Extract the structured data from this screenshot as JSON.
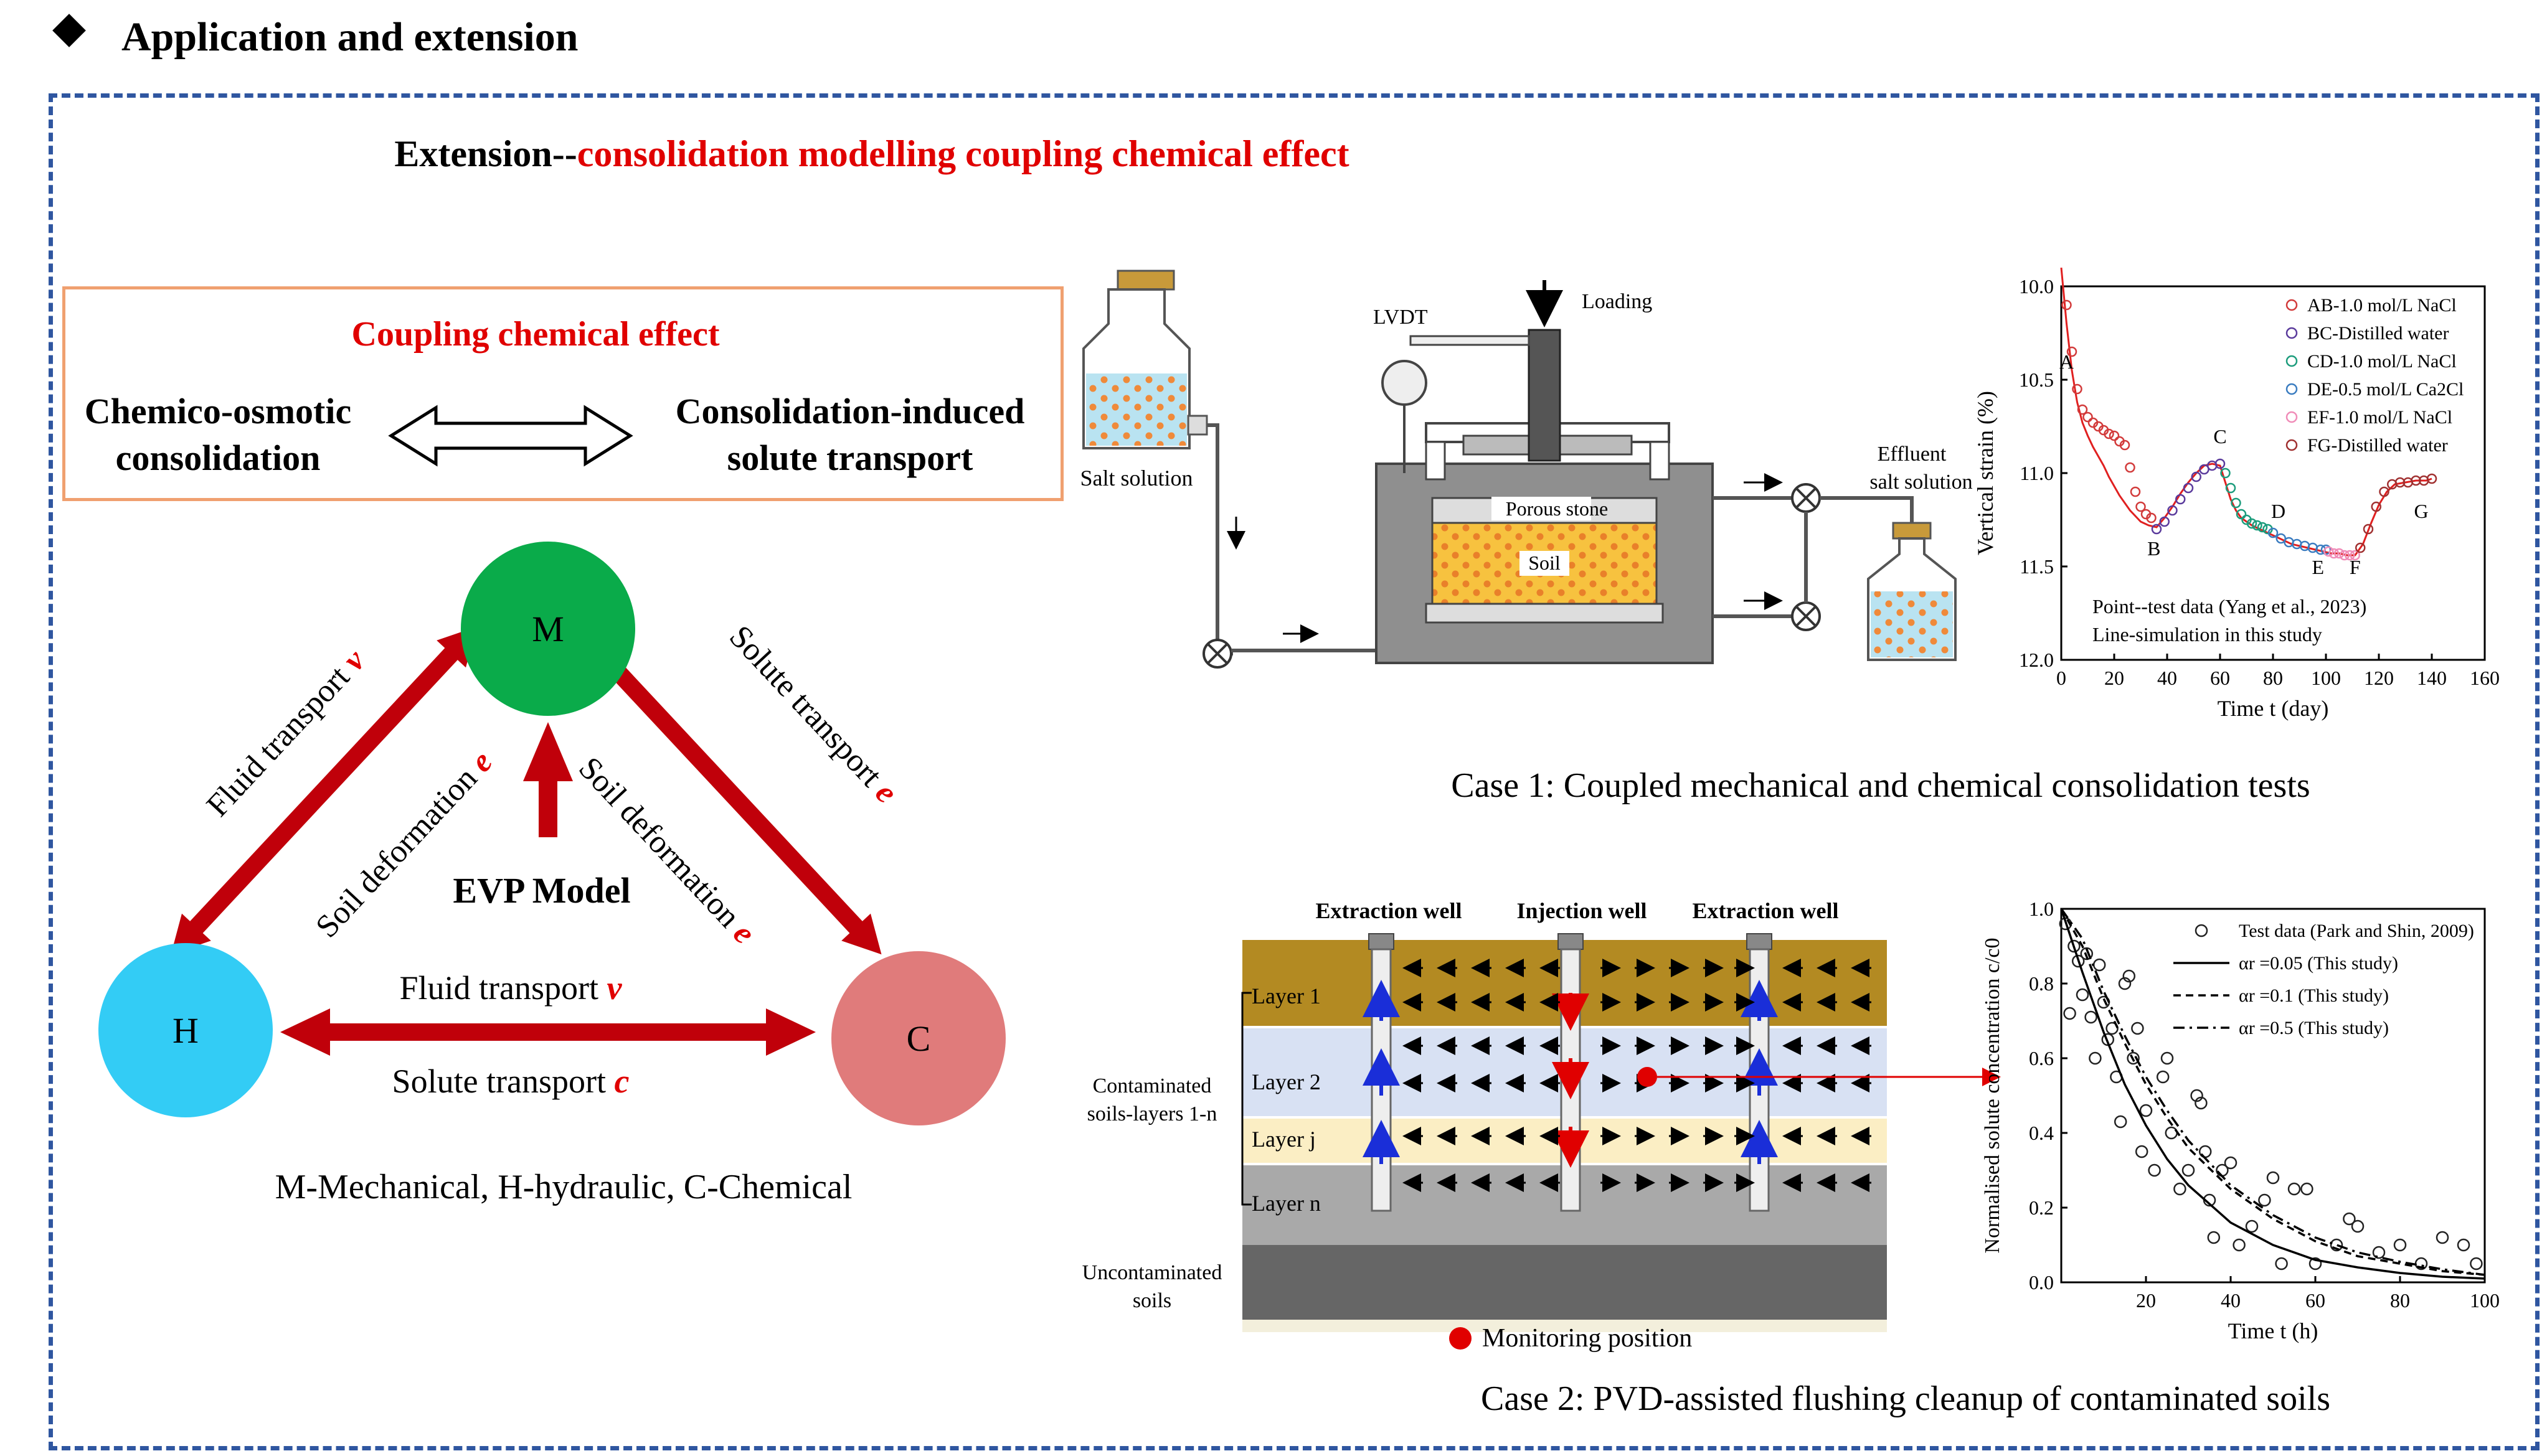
{
  "header": {
    "title": "Application and extension",
    "bullet_icon": "diamond-icon"
  },
  "extension": {
    "prefix": "Extension--",
    "highlight": "consolidation modelling coupling chemical effect"
  },
  "coupling_box": {
    "title": "Coupling chemical effect",
    "left_line1": "Chemico-osmotic",
    "left_line2": "consolidation",
    "right_line1": "Consolidation-induced",
    "right_line2": "solute transport"
  },
  "triangle": {
    "nodes": {
      "m": "M",
      "h": "H",
      "c": "C"
    },
    "center": "EVP Model",
    "left_outer": "Fluid transport",
    "left_outer_var": "v",
    "left_inner": "Soil deformation",
    "left_inner_var": "e",
    "right_outer": "Solute transport",
    "right_outer_var": "e",
    "right_inner": "Soil deformation",
    "right_inner_var": "e",
    "bottom_top": "Fluid transport",
    "bottom_top_var": "v",
    "bottom_bottom": "Solute transport",
    "bottom_bottom_var": "c",
    "caption": "M-Mechanical, H-hydraulic, C-Chemical",
    "colors": {
      "m": "#0aab4a",
      "h": "#33ccf5",
      "c": "#e07b7b",
      "arrow": "#c0000a"
    }
  },
  "case1": {
    "caption": "Case 1: Coupled mechanical and chemical consolidation tests",
    "labels": {
      "salt_solution": "Salt solution",
      "lvdt": "LVDT",
      "loading": "Loading",
      "porous_stone": "Porous stone",
      "soil": "Soil",
      "effluent1": "Effluent",
      "effluent2": "salt solution"
    }
  },
  "case2": {
    "caption": "Case 2: PVD-assisted flushing cleanup of contaminated soils",
    "wells": [
      "Extraction well",
      "Injection well",
      "Extraction well"
    ],
    "layers": [
      "Layer 1",
      "Layer 2",
      "Layer j",
      "Layer n"
    ],
    "contaminated1": "Contaminated",
    "contaminated2": "soils-layers 1-n",
    "uncontaminated1": "Uncontaminated",
    "uncontaminated2": "soils",
    "monitoring": "Monitoring position"
  },
  "chart_data": [
    {
      "type": "scatter",
      "title": "",
      "xlabel": "Time t (day)",
      "ylabel": "Vertical strain (%)",
      "xlim": [
        0,
        160
      ],
      "ylim": [
        10.0,
        12.0
      ],
      "y_inverted": true,
      "x_ticks": [
        "0",
        "20",
        "40",
        "60",
        "80",
        "100",
        "120",
        "140",
        "160"
      ],
      "y_ticks": [
        "10.0",
        "10.5",
        "11.0",
        "11.5",
        "12.0"
      ],
      "legend_position": "top-right",
      "notes": [
        "Point--test data (Yang et al., 2023)",
        "Line-simulation in this study"
      ],
      "stage_labels": [
        {
          "label": "A",
          "x": 2,
          "y": 10.4
        },
        {
          "label": "B",
          "x": 35,
          "y": 11.4
        },
        {
          "label": "C",
          "x": 60,
          "y": 10.8
        },
        {
          "label": "D",
          "x": 82,
          "y": 11.2
        },
        {
          "label": "E",
          "x": 97,
          "y": 11.5
        },
        {
          "label": "F",
          "x": 111,
          "y": 11.5
        },
        {
          "label": "G",
          "x": 136,
          "y": 11.2
        }
      ],
      "series": [
        {
          "name": "AB-1.0 mol/L NaCl",
          "color": "#d23a3a",
          "x": [
            2,
            4,
            6,
            8,
            10,
            12,
            14,
            16,
            18,
            20,
            22,
            24,
            26,
            28,
            30,
            32,
            34
          ],
          "y": [
            10.1,
            10.35,
            10.55,
            10.66,
            10.7,
            10.73,
            10.75,
            10.77,
            10.79,
            10.8,
            10.83,
            10.85,
            10.97,
            11.1,
            11.18,
            11.22,
            11.24
          ]
        },
        {
          "name": "BC-Distilled water",
          "color": "#5a3a9c",
          "x": [
            36,
            39,
            42,
            45,
            48,
            51,
            54,
            57,
            60
          ],
          "y": [
            11.3,
            11.26,
            11.2,
            11.14,
            11.08,
            11.02,
            10.98,
            10.96,
            10.95
          ]
        },
        {
          "name": "CD-1.0 mol/L NaCl",
          "color": "#1c9c7c",
          "x": [
            62,
            64,
            66,
            68,
            70,
            72,
            74,
            76,
            78
          ],
          "y": [
            11.0,
            11.08,
            11.16,
            11.22,
            11.25,
            11.27,
            11.28,
            11.29,
            11.3
          ]
        },
        {
          "name": "DE-0.5 mol/L Ca2Cl",
          "color": "#3a7cc0",
          "x": [
            80,
            83,
            86,
            89,
            92,
            95,
            98,
            100
          ],
          "y": [
            11.32,
            11.35,
            11.37,
            11.38,
            11.39,
            11.4,
            11.41,
            11.41
          ]
        },
        {
          "name": "EF-1.0 mol/L NaCl",
          "color": "#f08cb8",
          "x": [
            101,
            103,
            105,
            107,
            109,
            111
          ],
          "y": [
            11.42,
            11.43,
            11.43,
            11.44,
            11.44,
            11.44
          ]
        },
        {
          "name": "FG-Distilled water",
          "color": "#a03030",
          "x": [
            113,
            116,
            119,
            122,
            125,
            128,
            131,
            134,
            137,
            140
          ],
          "y": [
            11.4,
            11.3,
            11.18,
            11.1,
            11.06,
            11.05,
            11.05,
            11.04,
            11.04,
            11.03
          ]
        }
      ],
      "simulation": {
        "x": [
          0,
          2,
          4,
          6,
          8,
          10,
          12,
          14,
          16,
          18,
          20,
          22,
          24,
          26,
          28,
          30,
          33,
          36,
          39,
          42,
          45,
          48,
          51,
          54,
          57,
          60,
          62,
          64,
          66,
          68,
          70,
          72,
          75,
          78,
          81,
          84,
          87,
          90,
          93,
          96,
          99,
          102,
          105,
          108,
          111,
          114,
          117,
          120,
          123,
          126,
          130,
          134,
          138,
          140
        ],
        "y": [
          9.9,
          10.2,
          10.45,
          10.62,
          10.73,
          10.8,
          10.86,
          10.91,
          10.96,
          11.02,
          11.07,
          11.12,
          11.16,
          11.2,
          11.23,
          11.26,
          11.28,
          11.29,
          11.24,
          11.18,
          11.11,
          11.05,
          11.0,
          10.96,
          10.95,
          10.96,
          11.05,
          11.14,
          11.2,
          11.24,
          11.26,
          11.28,
          11.3,
          11.32,
          11.34,
          11.36,
          11.38,
          11.39,
          11.4,
          11.41,
          11.42,
          11.43,
          11.43,
          11.44,
          11.44,
          11.38,
          11.27,
          11.17,
          11.1,
          11.06,
          11.05,
          11.04,
          11.04,
          11.03
        ]
      }
    },
    {
      "type": "scatter",
      "title": "",
      "xlabel": "Time t (h)",
      "ylabel": "Normalised solute concentration c/c0",
      "xlim": [
        0,
        100
      ],
      "ylim": [
        0.0,
        1.0
      ],
      "x_ticks": [
        "20",
        "40",
        "60",
        "80",
        "100"
      ],
      "y_ticks": [
        "0.0",
        "0.2",
        "0.4",
        "0.6",
        "0.8",
        "1.0"
      ],
      "legend_position": "top-right",
      "series": [
        {
          "name": "Test data (Park and Shin, 2009)",
          "marker": "open-circle",
          "x": [
            1,
            2,
            3,
            4,
            5,
            6,
            7,
            8,
            9,
            10,
            11,
            12,
            13,
            14,
            15,
            16,
            17,
            18,
            19,
            20,
            22,
            24,
            25,
            26,
            28,
            30,
            32,
            33,
            34,
            35,
            36,
            38,
            40,
            42,
            45,
            48,
            50,
            52,
            55,
            58,
            60,
            65,
            68,
            70,
            75,
            80,
            85,
            90,
            95,
            98
          ],
          "y": [
            0.96,
            0.72,
            0.9,
            0.86,
            0.77,
            0.88,
            0.71,
            0.6,
            0.85,
            0.75,
            0.65,
            0.68,
            0.55,
            0.43,
            0.8,
            0.82,
            0.6,
            0.68,
            0.35,
            0.46,
            0.3,
            0.55,
            0.6,
            0.4,
            0.25,
            0.3,
            0.5,
            0.48,
            0.35,
            0.22,
            0.12,
            0.3,
            0.32,
            0.1,
            0.15,
            0.22,
            0.28,
            0.05,
            0.25,
            0.25,
            0.05,
            0.1,
            0.17,
            0.15,
            0.08,
            0.1,
            0.05,
            0.12,
            0.1,
            0.05
          ]
        },
        {
          "name": "αr =0.05 (This study)",
          "style": "solid",
          "x": [
            0,
            5,
            10,
            15,
            20,
            25,
            30,
            40,
            50,
            60,
            70,
            80,
            90,
            100
          ],
          "y": [
            1.0,
            0.83,
            0.67,
            0.53,
            0.42,
            0.33,
            0.26,
            0.16,
            0.1,
            0.06,
            0.04,
            0.025,
            0.015,
            0.01
          ]
        },
        {
          "name": "αr =0.1  (This study)",
          "style": "dashed",
          "x": [
            0,
            5,
            10,
            15,
            20,
            25,
            30,
            40,
            50,
            60,
            70,
            80,
            90,
            100
          ],
          "y": [
            1.0,
            0.9,
            0.76,
            0.64,
            0.53,
            0.44,
            0.36,
            0.25,
            0.17,
            0.11,
            0.07,
            0.05,
            0.03,
            0.02
          ]
        },
        {
          "name": "αr =0.5 (This study)",
          "style": "dashdot",
          "x": [
            0,
            5,
            10,
            15,
            20,
            25,
            30,
            40,
            50,
            60,
            70,
            80,
            90,
            100
          ],
          "y": [
            1.0,
            0.92,
            0.78,
            0.66,
            0.55,
            0.46,
            0.38,
            0.26,
            0.18,
            0.12,
            0.08,
            0.055,
            0.035,
            0.02
          ]
        }
      ]
    }
  ]
}
